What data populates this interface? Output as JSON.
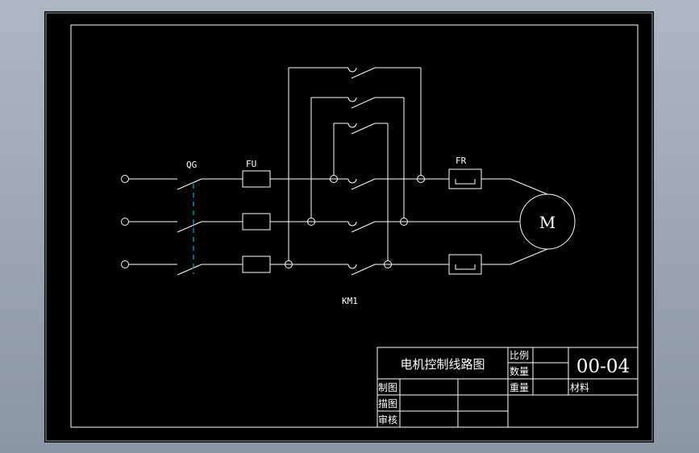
{
  "diagram": {
    "labels": {
      "qg": "QG",
      "fu": "FU",
      "fr": "FR",
      "km1": "KM1",
      "motor": "M"
    }
  },
  "title_block": {
    "title": "电机控制线路图",
    "ratio_label": "比例",
    "quantity_label": "数量",
    "drawing_number": "00-04",
    "drawn_label": "制图",
    "traced_label": "描图",
    "checked_label": "审核",
    "weight_label": "重量",
    "material_label": "材料"
  },
  "colors": {
    "background": "#000000",
    "line": "#ffffff",
    "linkage": "#00b4d8",
    "frame_outer": "#9aa3b2"
  }
}
